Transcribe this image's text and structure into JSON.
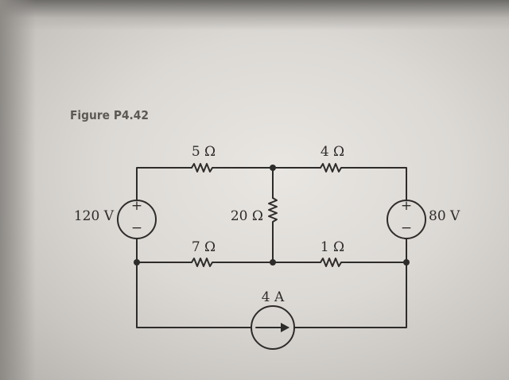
{
  "figure": {
    "label": "Figure P4.42"
  },
  "components": {
    "r_top_left": "5 Ω",
    "r_top_right": "4 Ω",
    "r_middle": "20 Ω",
    "r_bottom_left": "7 Ω",
    "r_bottom_right": "1 Ω",
    "v_source_left": "120 V",
    "v_source_right": "80 V",
    "i_source": "4 A",
    "plus_sign": "+",
    "minus_sign": "−"
  },
  "colors": {
    "ink": "#2e2c2a",
    "paper": "#dcd9d5"
  }
}
